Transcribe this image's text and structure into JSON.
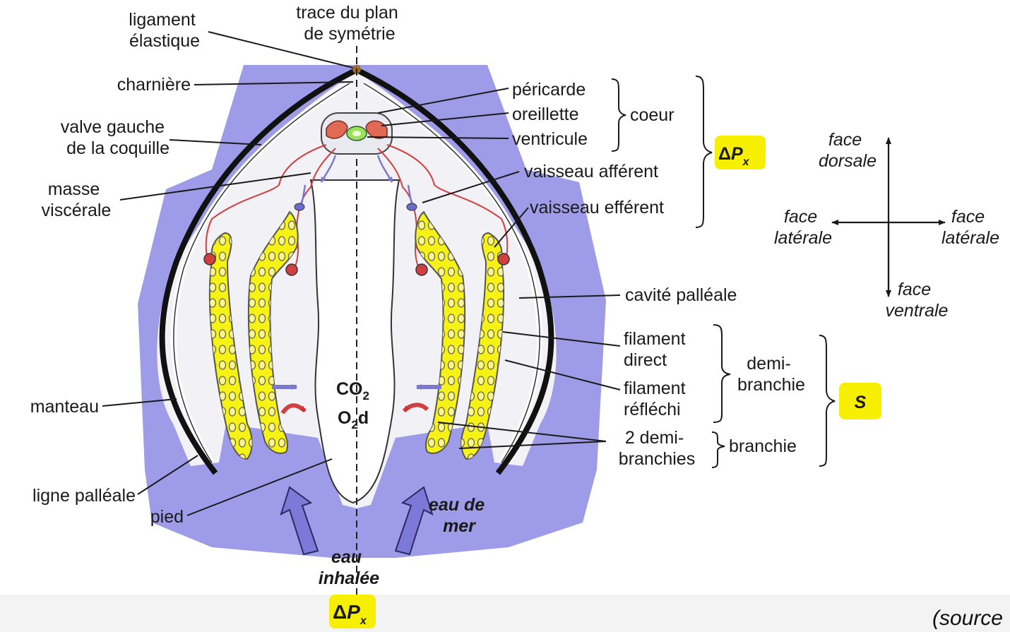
{
  "labels": {
    "ligament_1": "ligament",
    "ligament_2": "élastique",
    "trace_1": "trace du plan",
    "trace_2": "de symétrie",
    "charniere": "charnière",
    "valve_1": "valve gauche",
    "valve_2": "de la coquille",
    "masse_1": "masse",
    "masse_2": "viscérale",
    "manteau": "manteau",
    "ligne_palleale": "ligne palléale",
    "pied": "pied",
    "pericarde": "péricarde",
    "oreillette": "oreillette",
    "ventricule": "ventricule",
    "coeur": "coeur",
    "vaisseau_afferent": "vaisseau afférent",
    "vaisseau_efferent": "vaisseau efférent",
    "cavite_palleale": "cavité palléale",
    "filament_direct_1": "filament",
    "filament_direct_2": "direct",
    "filament_reflechi_1": "filament",
    "filament_reflechi_2": "réfléchi",
    "demi_branchie_1": "demi-",
    "demi_branchie_2": "branchie",
    "deux_demi_1": "2 demi-",
    "deux_demi_2": "branchies",
    "branchie": "branchie",
    "co2": "CO",
    "co2_sub": "2",
    "o2": "O",
    "o2_sub": "2",
    "o2_d": "d",
    "eau_mer_1": "eau de",
    "eau_mer_2": "mer",
    "eau_inhalee_1": "eau",
    "eau_inhalee_2": "inhalée"
  },
  "badges": {
    "delta": "Δ",
    "p": "P",
    "x": "x",
    "s": "S"
  },
  "orientation": {
    "dorsale_1": "face",
    "dorsale_2": "dorsale",
    "ventrale_1": "face",
    "ventrale_2": "ventrale",
    "lat_left_1": "face",
    "lat_left_2": "latérale",
    "lat_right_1": "face",
    "lat_right_2": "latérale"
  },
  "source": "(source",
  "colors": {
    "background_purple": "#9e9be8",
    "gill_yellow": "#f7f216",
    "vessel_red": "#d04040",
    "heart_red": "#e06a55",
    "badge_yellow": "#f6f000"
  }
}
